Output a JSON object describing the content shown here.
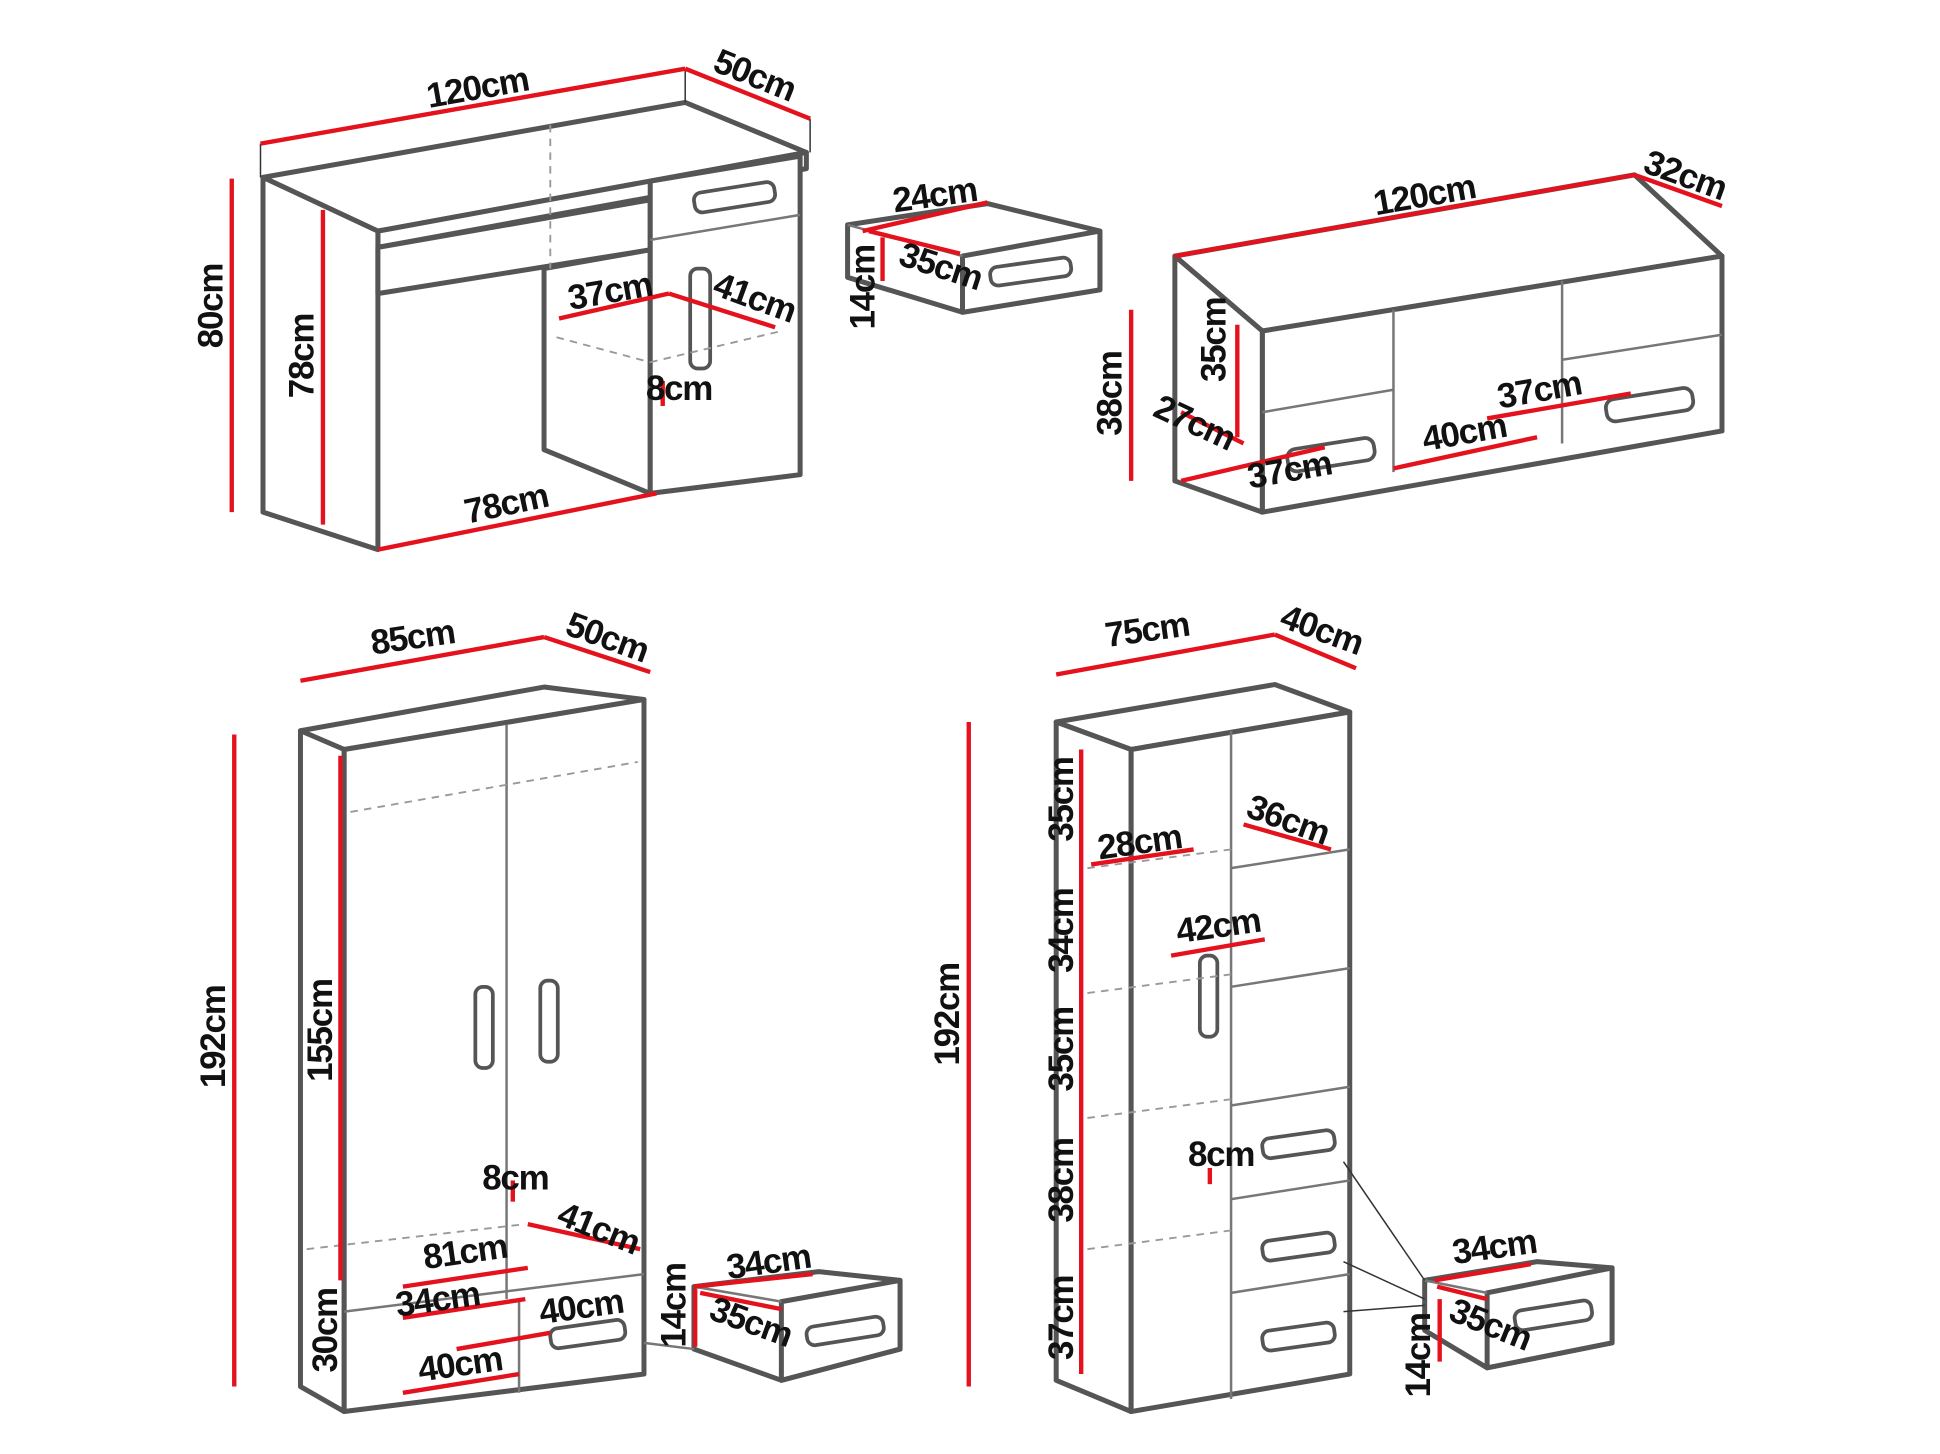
{
  "desk": {
    "labels": [
      "120cm",
      "50cm",
      "80cm",
      "78cm",
      "37cm",
      "41cm",
      "8cm",
      "78cm"
    ]
  },
  "desk_drawer": {
    "labels": [
      "24cm",
      "35cm",
      "14cm"
    ]
  },
  "sideboard": {
    "labels": [
      "120cm",
      "32cm",
      "38cm",
      "35cm",
      "27cm",
      "37cm",
      "40cm",
      "37cm"
    ]
  },
  "wardrobe": {
    "labels": [
      "85cm",
      "50cm",
      "192cm",
      "155cm",
      "8cm",
      "41cm",
      "81cm",
      "34cm",
      "40cm",
      "30cm",
      "40cm"
    ]
  },
  "wardrobe_drawer": {
    "labels": [
      "34cm",
      "35cm",
      "14cm"
    ]
  },
  "bookcase": {
    "labels": [
      "75cm",
      "40cm",
      "192cm",
      "35cm",
      "28cm",
      "36cm",
      "42cm",
      "34cm",
      "35cm",
      "8cm",
      "38cm",
      "37cm"
    ]
  },
  "bookcase_drawer": {
    "labels": [
      "34cm",
      "35cm",
      "14cm"
    ]
  },
  "colors": {
    "dimension": "#e4121d",
    "outline": "#555555"
  }
}
